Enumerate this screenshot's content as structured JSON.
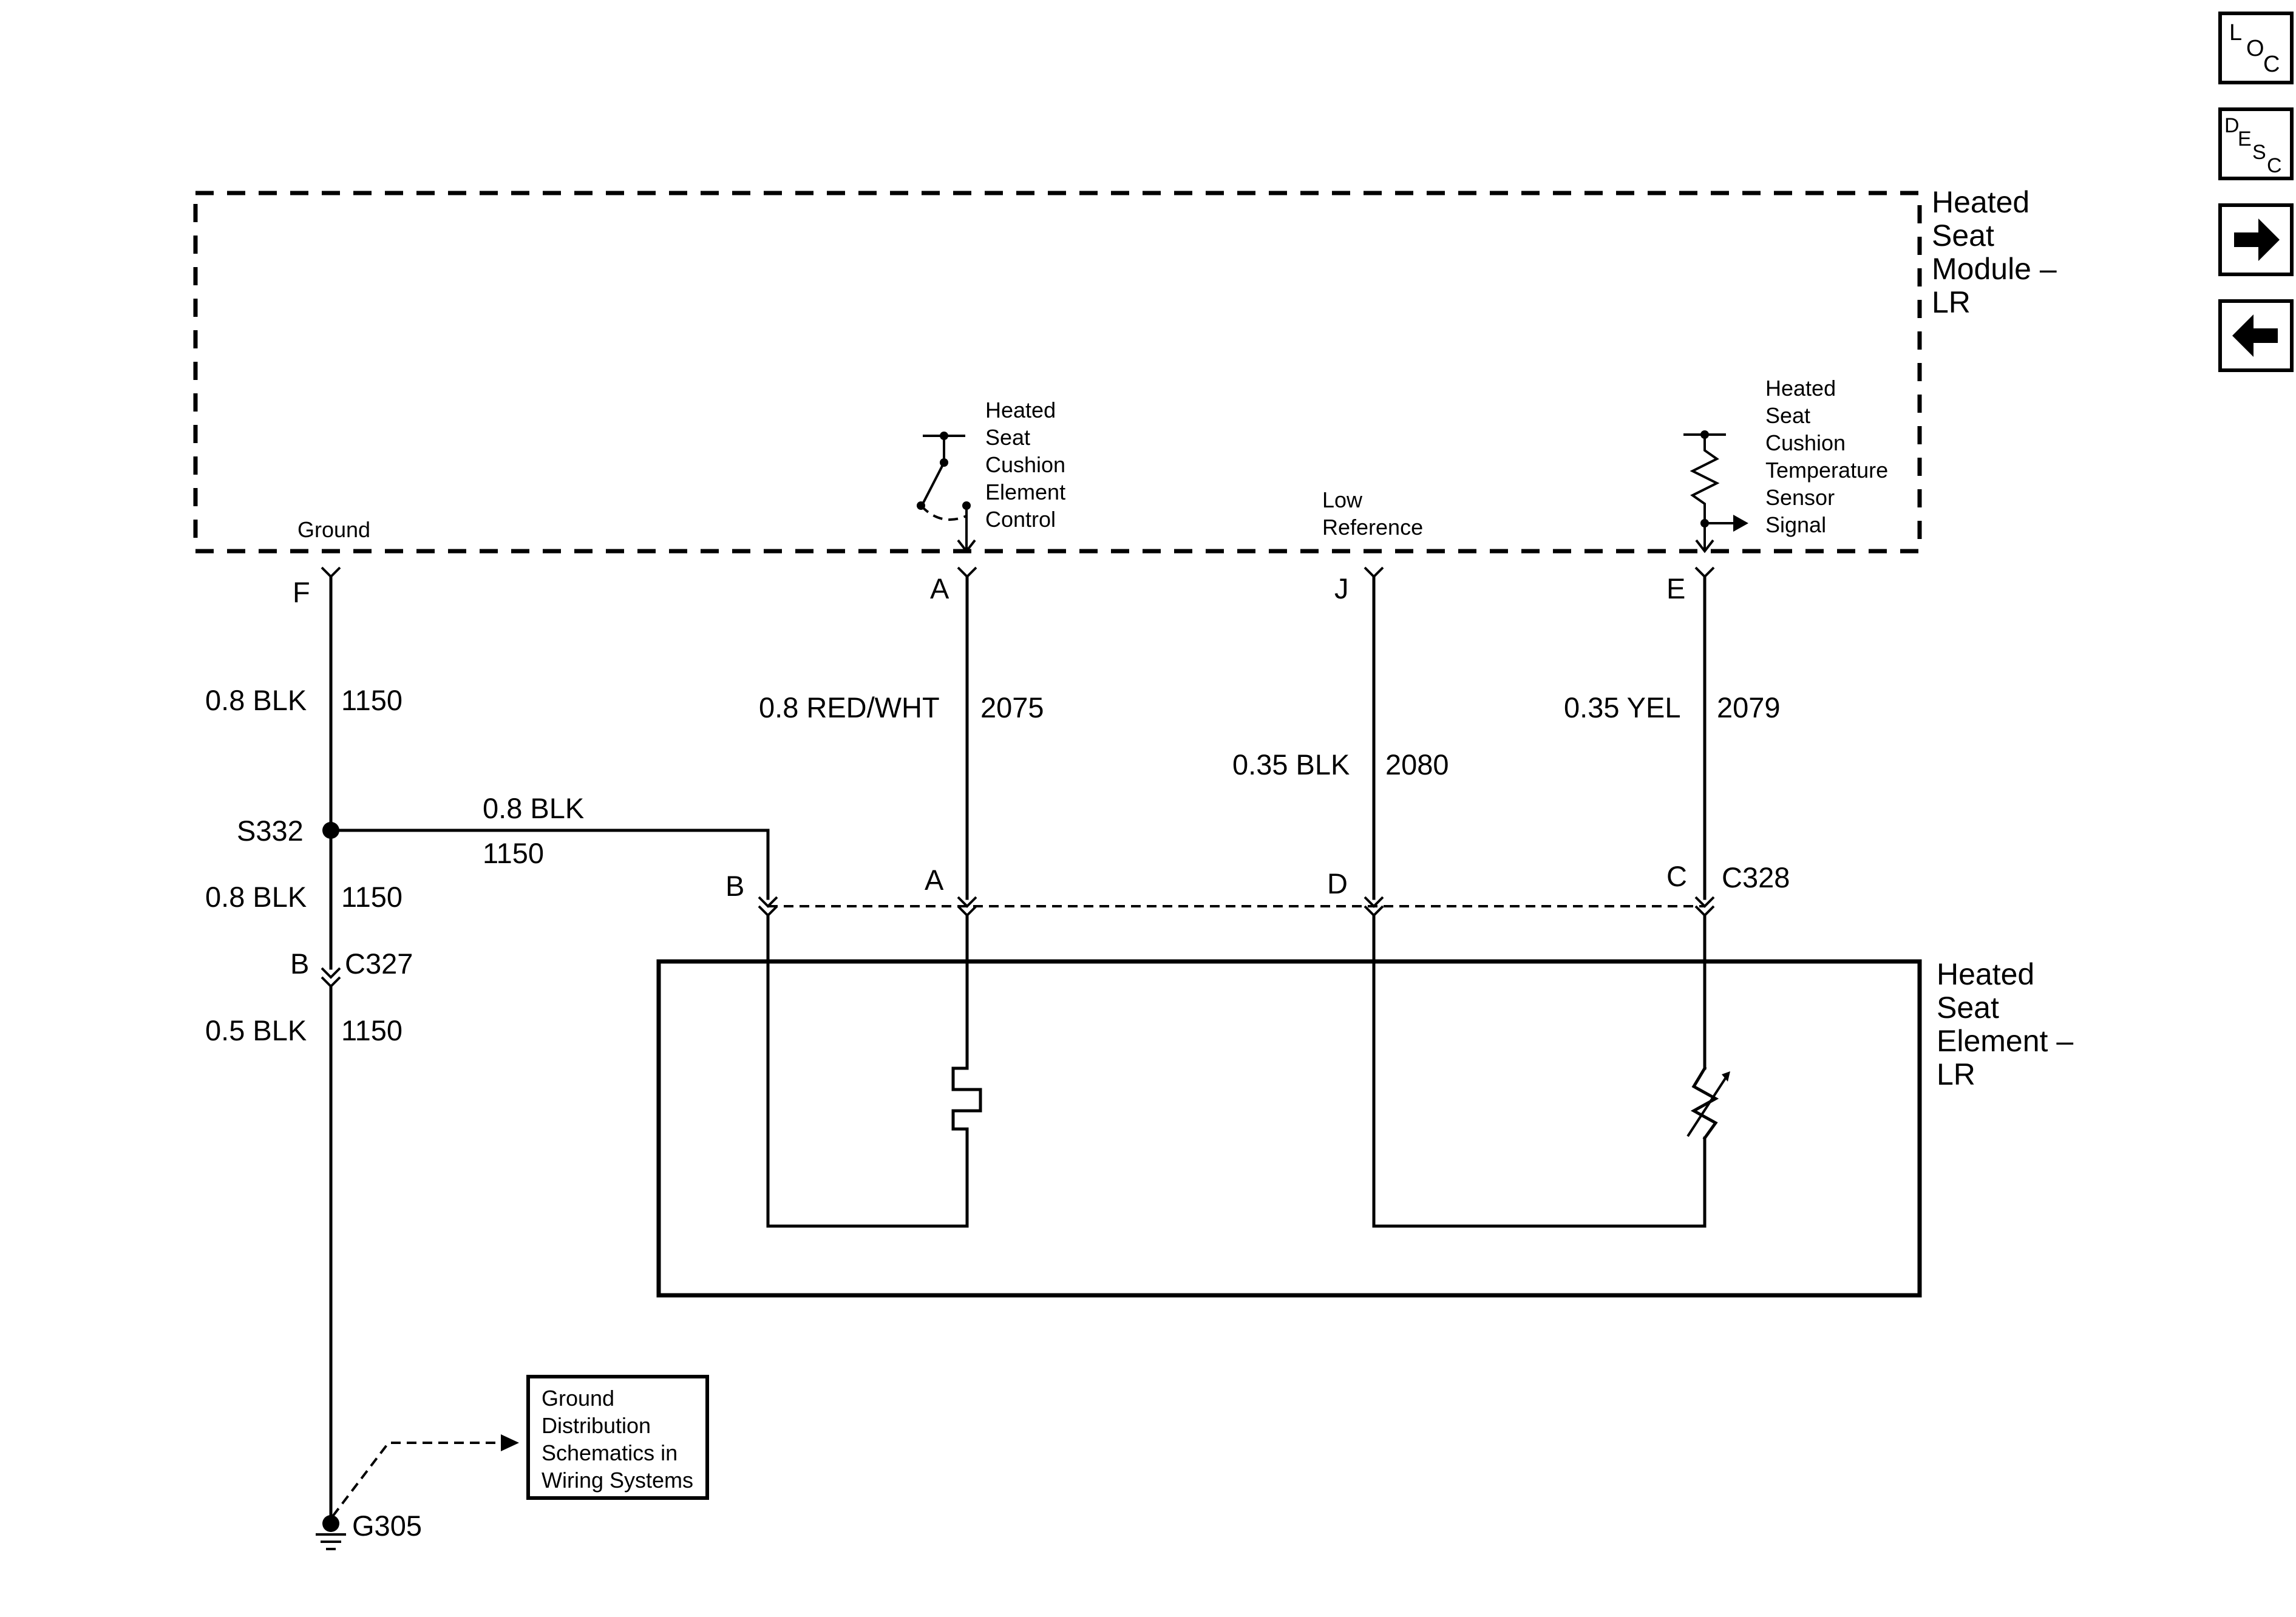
{
  "module": {
    "title_lines": [
      "Heated",
      "Seat",
      "Module –",
      "LR"
    ],
    "ground_label": "Ground",
    "switch_label_lines": [
      "Heated",
      "Seat",
      "Cushion",
      "Element",
      "Control"
    ],
    "low_ref_lines": [
      "Low",
      "Reference"
    ],
    "temp_label_lines": [
      "Heated",
      "Seat",
      "Cushion",
      "Temperature",
      "Sensor",
      "Signal"
    ]
  },
  "element": {
    "title_lines": [
      "Heated",
      "Seat",
      "Element –",
      "LR"
    ]
  },
  "pins": {
    "module": [
      "F",
      "A",
      "J",
      "E"
    ],
    "c328": [
      "B",
      "A",
      "D",
      "C"
    ],
    "c328_label": "C328",
    "c327_pin": "B",
    "c327_label": "C327"
  },
  "wires": {
    "ground_upper": {
      "spec": "0.8 BLK",
      "circuit": "1150"
    },
    "ground_mid": {
      "spec": "0.8 BLK",
      "circuit": "1150"
    },
    "ground_lower": {
      "spec": "0.5 BLK",
      "circuit": "1150"
    },
    "branch": {
      "spec": "0.8 BLK",
      "circuit": "1150"
    },
    "control": {
      "spec": "0.8 RED/WHT",
      "circuit": "2075"
    },
    "low_ref": {
      "spec": "0.35 BLK",
      "circuit": "2080"
    },
    "temp": {
      "spec": "0.35 YEL",
      "circuit": "2079"
    }
  },
  "splice": "S332",
  "ground_point": "G305",
  "reference_box_lines": [
    "Ground",
    "Distribution",
    "Schematics in",
    "Wiring Systems"
  ],
  "nav": {
    "loc": [
      "L",
      "O",
      "C"
    ],
    "desc": [
      "D",
      "E",
      "S",
      "C"
    ],
    "next_icon": "arrow-right-icon",
    "prev_icon": "arrow-left-icon"
  }
}
